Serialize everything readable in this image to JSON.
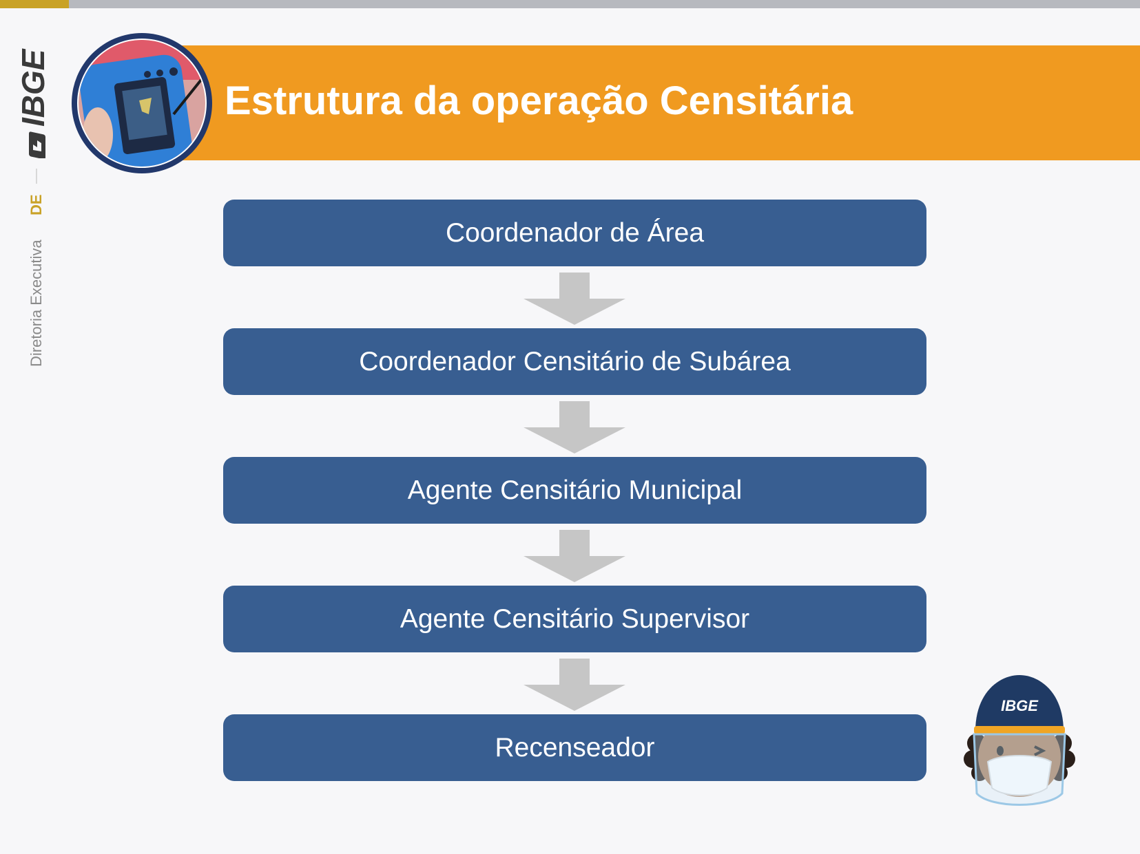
{
  "slide": {
    "title": "Estrutura da operação Censitária"
  },
  "sidebar": {
    "logo_text": "IBGE",
    "caption": "Diretoria Executiva",
    "caption_abbr": "DE"
  },
  "hierarchy": {
    "levels": [
      "Coordenador de Área",
      "Coordenador Censitário de Subárea",
      "Agente Censitário Municipal",
      "Agente Censitário Supervisor",
      "Recenseador"
    ]
  },
  "mascot": {
    "cap_logo_text": "IBGE"
  },
  "colors": {
    "title_band": "#f09a20",
    "box_fill": "#385e91",
    "arrow_fill": "#c6c6c6",
    "background": "#f7f7f9"
  },
  "icons": [
    "ibge-logo-icon",
    "tablet-photo-icon",
    "down-arrow-icon",
    "census-mascot-icon"
  ]
}
